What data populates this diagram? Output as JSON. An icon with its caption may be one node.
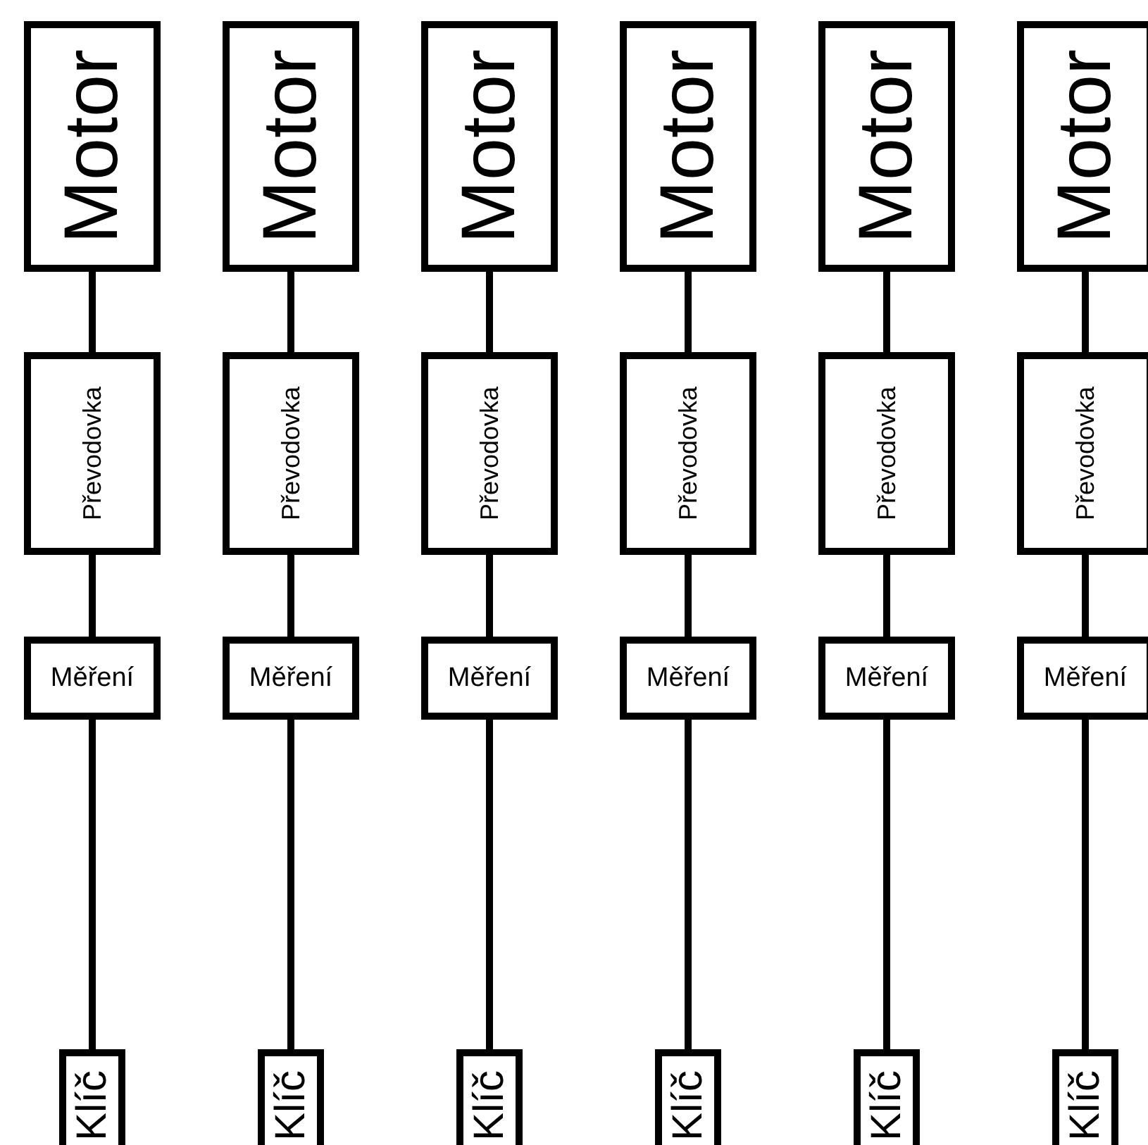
{
  "diagram": {
    "nodes": [
      {
        "text": [
          "Motor"
        ]
      },
      {
        "text": [
          "Převodovka"
        ]
      },
      {
        "text": [
          "Měření"
        ]
      },
      {
        "text": [
          "Klíč"
        ]
      },
      {
        "text": [
          "Motor"
        ]
      },
      {
        "text": [
          "Převodovka"
        ]
      },
      {
        "text": [
          "Měření"
        ]
      },
      {
        "text": [
          "Klíč"
        ]
      },
      {
        "text": [
          "Motor"
        ]
      },
      {
        "text": [
          "Převodovka"
        ]
      },
      {
        "text": [
          "Měření"
        ]
      },
      {
        "text": [
          "Klíč"
        ]
      },
      {
        "text": [
          "Motor"
        ]
      },
      {
        "text": [
          "Převodovka"
        ]
      },
      {
        "text": [
          "Měření"
        ]
      },
      {
        "text": [
          "Klíč"
        ]
      },
      {
        "text": [
          "Motor"
        ]
      },
      {
        "text": [
          "Převodovka"
        ]
      },
      {
        "text": [
          "Měření"
        ]
      },
      {
        "text": [
          "Klíč"
        ]
      },
      {
        "text": [
          "Motor"
        ]
      },
      {
        "text": [
          "Převodovka"
        ]
      },
      {
        "text": [
          "Měření"
        ]
      },
      {
        "text": [
          "Klíč"
        ]
      }
    ],
    "edges": [
      {
        "from": 0,
        "to": 1,
        "arrow": "none"
      },
      {
        "from": 1,
        "to": 2,
        "arrow": "none"
      },
      {
        "from": 2,
        "to": 3,
        "arrow": "none"
      },
      {
        "from": 4,
        "to": 5,
        "arrow": "none"
      },
      {
        "from": 5,
        "to": 6,
        "arrow": "none"
      },
      {
        "from": 6,
        "to": 7,
        "arrow": "none"
      },
      {
        "from": 8,
        "to": 9,
        "arrow": "none"
      },
      {
        "from": 9,
        "to": 10,
        "arrow": "none"
      },
      {
        "from": 10,
        "to": 11,
        "arrow": "none"
      },
      {
        "from": 12,
        "to": 13,
        "arrow": "none"
      },
      {
        "from": 13,
        "to": 14,
        "arrow": "none"
      },
      {
        "from": 14,
        "to": 15,
        "arrow": "none"
      },
      {
        "from": 16,
        "to": 17,
        "arrow": "none"
      },
      {
        "from": 17,
        "to": 18,
        "arrow": "none"
      },
      {
        "from": 18,
        "to": 19,
        "arrow": "none"
      },
      {
        "from": 20,
        "to": 21,
        "arrow": "none"
      },
      {
        "from": 21,
        "to": 22,
        "arrow": "none"
      },
      {
        "from": 22,
        "to": 23,
        "arrow": "none"
      }
    ]
  }
}
